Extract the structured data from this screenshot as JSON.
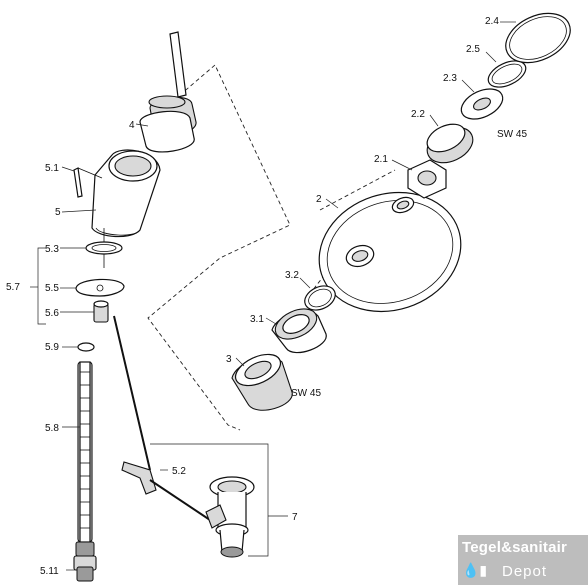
{
  "labels": {
    "p2_4": "2.4",
    "p2_5": "2.5",
    "p2_3": "2.3",
    "sw45_top": "SW 45",
    "p2_2": "2.2",
    "p4": "4",
    "p5_1": "5.1",
    "p2_1": "2.1",
    "p5": "5",
    "p2": "2",
    "p5_3": "5.3",
    "p3_2": "3.2",
    "p5_7": "5.7",
    "p5_5": "5.5",
    "p5_6": "5.6",
    "p3_1": "3.1",
    "p5_9": "5.9",
    "p3": "3",
    "sw45_bottom": "SW 45",
    "p5_8": "5.8",
    "p5_2": "5.2",
    "p7": "7",
    "p5_11": "5.11"
  },
  "watermark": {
    "name": "Tegel&sanitair",
    "sub": "Depot"
  }
}
